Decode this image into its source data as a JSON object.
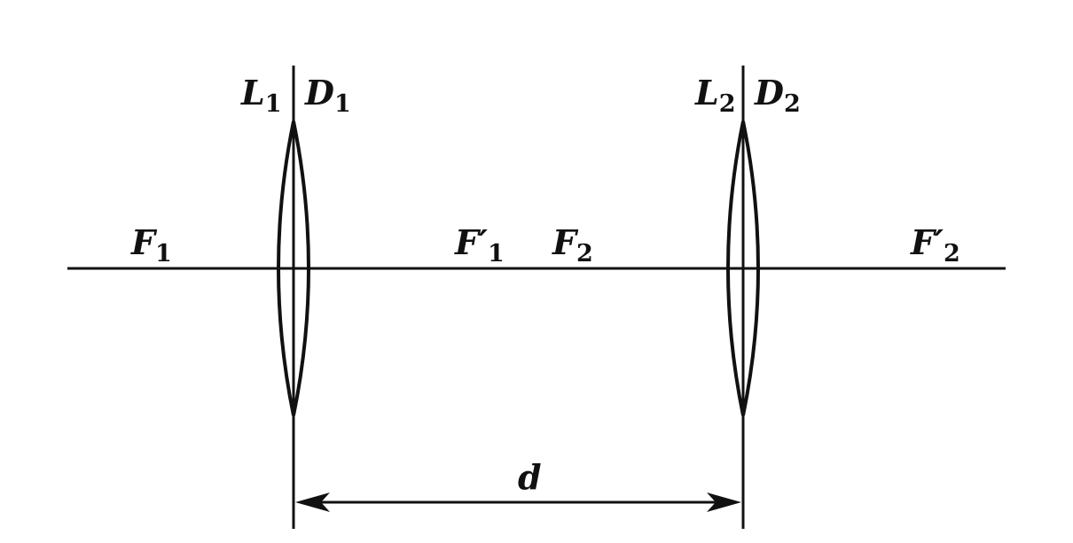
{
  "colors": {
    "ink": "#111111",
    "background": "#ffffff"
  },
  "labels": {
    "lens1": {
      "main": "L",
      "sub": "1"
    },
    "stop1": {
      "main": "D",
      "sub": "1"
    },
    "lens2": {
      "main": "L",
      "sub": "2"
    },
    "stop2": {
      "main": "D",
      "sub": "2"
    },
    "focus1": {
      "main": "F",
      "sub": "1"
    },
    "focus1_prime": {
      "main": "F′",
      "sub": "1"
    },
    "focus2": {
      "main": "F",
      "sub": "2"
    },
    "focus2_prime": {
      "main": "F′",
      "sub": "2"
    },
    "separation": "d"
  }
}
